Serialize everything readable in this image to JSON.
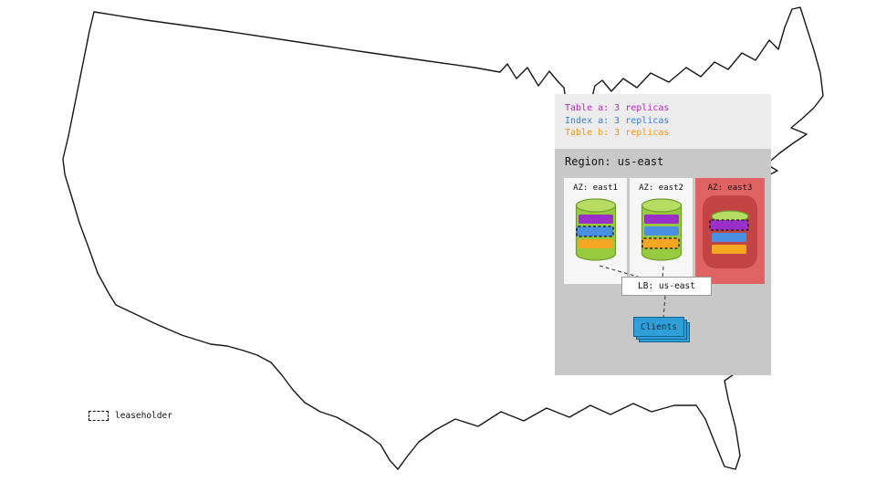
{
  "map": {
    "name": "United States outline"
  },
  "legend": {
    "items": [
      {
        "id": "table-a",
        "label": "Table a: 3 replicas",
        "color": "#b32db5"
      },
      {
        "id": "index-a",
        "label": "Index a: 3 replicas",
        "color": "#3b7fd8"
      },
      {
        "id": "table-b",
        "label": "Table b: 3 replicas",
        "color": "#f09a23"
      }
    ]
  },
  "region": {
    "title": "Region: us-east",
    "azs": [
      {
        "label": "AZ: east1",
        "bg": "#f6f6f6",
        "replicas": [
          {
            "name": "Table a",
            "color": "#9b30c8",
            "leaseholder": false
          },
          {
            "name": "Index a",
            "color": "#4a90e2",
            "leaseholder": true
          },
          {
            "name": "Table b",
            "color": "#f5a623",
            "leaseholder": false
          }
        ]
      },
      {
        "label": "AZ: east2",
        "bg": "#f6f6f6",
        "replicas": [
          {
            "name": "Table a",
            "color": "#9b30c8",
            "leaseholder": false
          },
          {
            "name": "Index a",
            "color": "#4a90e2",
            "leaseholder": false
          },
          {
            "name": "Table b",
            "color": "#f5a623",
            "leaseholder": true
          }
        ]
      },
      {
        "label": "AZ: east3",
        "bg": "#e06363",
        "highlight": "#c24444",
        "replicas": [
          {
            "name": "Table a",
            "color": "#9b30c8",
            "leaseholder": true
          },
          {
            "name": "Index a",
            "color": "#4a90e2",
            "leaseholder": false
          },
          {
            "name": "Table b",
            "color": "#f5a623",
            "leaseholder": false
          }
        ]
      }
    ]
  },
  "load_balancer": {
    "label": "LB: us-east"
  },
  "clients": {
    "label": "Clients"
  },
  "footnote": {
    "leaseholder_label": "leaseholder"
  },
  "colors": {
    "legend_bg": "#ececec",
    "region_bg": "#c8c8c8",
    "az_bg": "#f6f6f6",
    "az_down_bg": "#e06363",
    "az_down_blob": "#c24444",
    "cylinder": "#97ca3e",
    "clients_fill": "#2f9fd8"
  }
}
